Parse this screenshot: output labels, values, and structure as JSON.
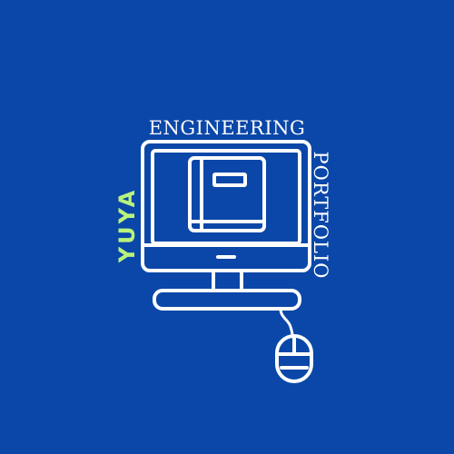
{
  "logo": {
    "top_text": "ENGINEERING",
    "right_text": "PORTFOLIO",
    "left_text": "YUYA"
  },
  "colors": {
    "background": "#0a47a8",
    "line": "#ffffff",
    "accent": "#b9f27c"
  },
  "icons": [
    "computer-monitor-icon",
    "book-icon",
    "mouse-icon"
  ]
}
